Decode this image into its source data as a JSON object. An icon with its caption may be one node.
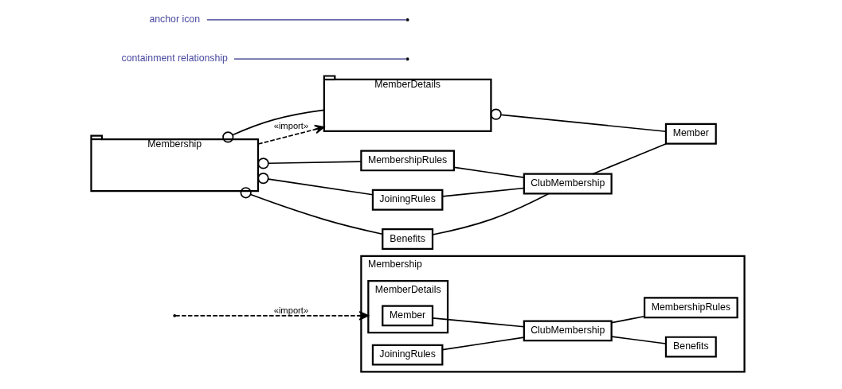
{
  "diagram": {
    "nodes": [
      {
        "text": [
          "Membership"
        ]
      },
      {
        "text": [
          "MemberDetails"
        ],
        "in": 0
      },
      {
        "text": [
          "Member"
        ],
        "in": 1
      },
      {
        "text": [
          "JoiningRules"
        ],
        "in": 0
      },
      {
        "text": [
          "ClubMembership"
        ],
        "in": 0
      },
      {
        "text": [
          "Benefits"
        ],
        "in": 0
      },
      {
        "text": [
          "MembershipRules"
        ],
        "in": 0
      },
      {
        "text": [
          "Membership"
        ]
      },
      {
        "text": [
          "MemberDetails"
        ]
      },
      {
        "text": [
          "MembershipRules"
        ]
      },
      {
        "text": [
          "JoiningRules"
        ]
      },
      {
        "text": [
          "Benefits"
        ]
      },
      {
        "text": [
          "ClubMembership"
        ]
      },
      {
        "text": [
          "Member"
        ]
      },
      {
        "text": [
          "containment relationship"
        ]
      },
      {
        "text": [
          "anchor icon"
        ]
      }
    ],
    "edges": [
      {
        "from": null,
        "to": 1,
        "arrow": "to",
        "style": "dashed",
        "label": "«import»"
      },
      {
        "from": 2,
        "to": 4,
        "arrow": "none"
      },
      {
        "from": 3,
        "to": 4,
        "arrow": "none"
      },
      {
        "from": 4,
        "to": 5,
        "arrow": "none"
      },
      {
        "from": 4,
        "to": 6,
        "arrow": "none"
      },
      {
        "from": 7,
        "to": 8,
        "arrow": "other"
      },
      {
        "from": 7,
        "to": 8,
        "arrow": "to",
        "style": "dashed",
        "label": "«import»"
      },
      {
        "from": 7,
        "to": 9,
        "arrow": "other"
      },
      {
        "from": 7,
        "to": 10,
        "arrow": "other"
      },
      {
        "from": 7,
        "to": 11,
        "arrow": "other"
      },
      {
        "from": 9,
        "to": 12,
        "arrow": "none"
      },
      {
        "from": 10,
        "to": 12,
        "arrow": "none"
      },
      {
        "from": 11,
        "to": 12,
        "arrow": "none"
      },
      {
        "from": 12,
        "to": 13,
        "arrow": "none"
      },
      {
        "from": 8,
        "to": 13,
        "arrow": "other"
      },
      {
        "from": 14,
        "to": null,
        "arrow": "none",
        "color": "#6a6aa8"
      },
      {
        "from": 15,
        "to": null,
        "arrow": "none",
        "color": "#6a6aa8"
      }
    ]
  }
}
